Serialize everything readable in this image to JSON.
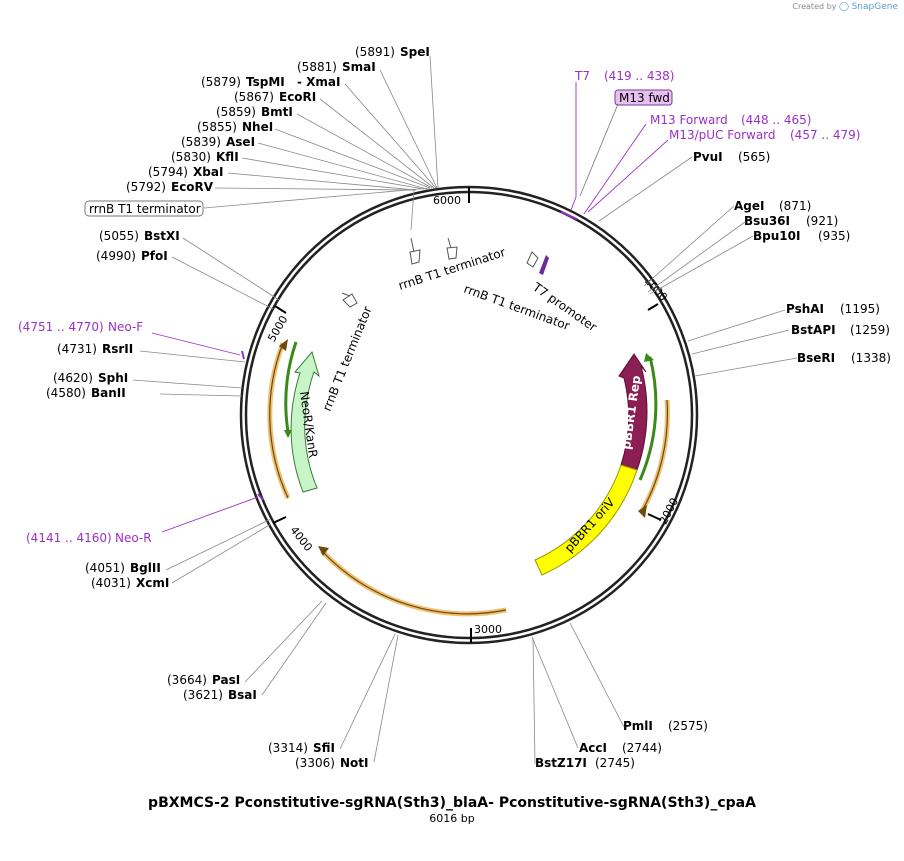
{
  "credit": {
    "prefix": "Created by",
    "brand": "SnapGene"
  },
  "plasmid": {
    "name": "pBXMCS-2 Pconstitutive-sgRNA(Sth3)_blaA- Pconstitutive-sgRNA(Sth3)_cpaA",
    "size_label": "6016 bp",
    "length": 6016
  },
  "ticks": [
    "1000",
    "2000",
    "3000",
    "4000",
    "5000",
    "6000"
  ],
  "sites": [
    {
      "name": "SpeI",
      "pos": "(5891)"
    },
    {
      "name": "SmaI",
      "pos": "(5881)"
    },
    {
      "name": "TspMI",
      "pos": "(5879)",
      "extra": "- XmaI"
    },
    {
      "name": "EcoRI",
      "pos": "(5867)"
    },
    {
      "name": "BmtI",
      "pos": "(5859)"
    },
    {
      "name": "NheI",
      "pos": "(5855)"
    },
    {
      "name": "AseI",
      "pos": "(5839)"
    },
    {
      "name": "KflI",
      "pos": "(5830)"
    },
    {
      "name": "XbaI",
      "pos": "(5794)"
    },
    {
      "name": "EcoRV",
      "pos": "(5792)"
    },
    {
      "name": "BstXI",
      "pos": "(5055)"
    },
    {
      "name": "PfoI",
      "pos": "(4990)"
    },
    {
      "name": "RsrII",
      "pos": "(4731)"
    },
    {
      "name": "SphI",
      "pos": "(4620)"
    },
    {
      "name": "BanII",
      "pos": "(4580)"
    },
    {
      "name": "BglII",
      "pos": "(4051)"
    },
    {
      "name": "XcmI",
      "pos": "(4031)"
    },
    {
      "name": "PasI",
      "pos": "(3664)"
    },
    {
      "name": "BsaI",
      "pos": "(3621)"
    },
    {
      "name": "SfiI",
      "pos": "(3314)"
    },
    {
      "name": "NotI",
      "pos": "(3306)"
    },
    {
      "name": "PvuI",
      "pos": "(565)"
    },
    {
      "name": "AgeI",
      "pos": "(871)"
    },
    {
      "name": "Bsu36I",
      "pos": "(921)"
    },
    {
      "name": "Bpu10I",
      "pos": "(935)"
    },
    {
      "name": "PshAI",
      "pos": "(1195)"
    },
    {
      "name": "BstAPI",
      "pos": "(1259)"
    },
    {
      "name": "BseRI",
      "pos": "(1338)"
    },
    {
      "name": "PmlI",
      "pos": "(2575)"
    },
    {
      "name": "AccI",
      "pos": "(2744)"
    },
    {
      "name": "BstZ17I",
      "pos": "(2745)"
    }
  ],
  "primers": [
    {
      "name": "T7",
      "range": "(419 .. 438)"
    },
    {
      "name": "M13 fwd",
      "range": ""
    },
    {
      "name": "M13 Forward",
      "range": "(448 .. 465)"
    },
    {
      "name": "M13/pUC Forward",
      "range": "(457 .. 479)"
    },
    {
      "name": "Neo-F",
      "range": "(4751 .. 4770)"
    },
    {
      "name": "Neo-R",
      "range": "(4141 .. 4160)"
    }
  ],
  "features": [
    {
      "name": "rrnB T1 terminator"
    },
    {
      "name": "rrnB T1 terminator"
    },
    {
      "name": "rrnB T1 terminator"
    },
    {
      "name": "rrnB T1 terminator"
    },
    {
      "name": "T7 promoter"
    },
    {
      "name": "pBBR1 Rep",
      "color": "#8b1e52"
    },
    {
      "name": "pBBR1 oriV",
      "color": "#ffff00"
    },
    {
      "name": "NeoR/KanR",
      "color": "#c8f5c8"
    }
  ],
  "colors": {
    "primer": "#9b30c8",
    "orf": "#f0c070",
    "orf_line": "#6a4a10",
    "green": "#3a8a1a"
  }
}
